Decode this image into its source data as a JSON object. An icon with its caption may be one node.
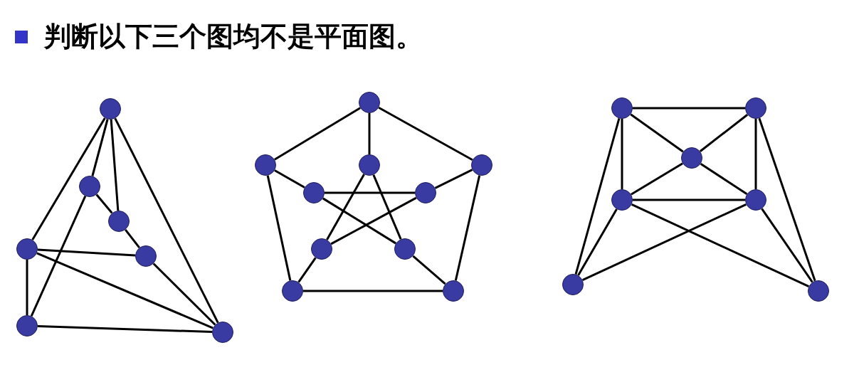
{
  "diagram": {
    "title": "判断以下三个图均不是平面图。",
    "nodes": [
      {
        "text": [],
        "shape": "circle"
      },
      {
        "text": [],
        "shape": "circle"
      },
      {
        "text": [],
        "shape": "circle"
      },
      {
        "text": [],
        "shape": "circle"
      },
      {
        "text": [],
        "shape": "circle"
      },
      {
        "text": [],
        "shape": "circle"
      },
      {
        "text": [],
        "shape": "circle"
      },
      {
        "text": [],
        "shape": "circle"
      },
      {
        "text": [],
        "shape": "circle"
      },
      {
        "text": [],
        "shape": "circle"
      },
      {
        "text": [],
        "shape": "circle"
      },
      {
        "text": [],
        "shape": "circle"
      },
      {
        "text": [],
        "shape": "circle"
      },
      {
        "text": [],
        "shape": "circle"
      },
      {
        "text": [],
        "shape": "circle"
      },
      {
        "text": [],
        "shape": "circle"
      },
      {
        "text": [],
        "shape": "circle"
      },
      {
        "text": [],
        "shape": "circle"
      },
      {
        "text": [],
        "shape": "circle"
      },
      {
        "text": [],
        "shape": "circle"
      },
      {
        "text": [],
        "shape": "circle"
      },
      {
        "text": [],
        "shape": "circle"
      },
      {
        "text": [],
        "shape": "circle"
      },
      {
        "text": [],
        "shape": "circle"
      }
    ],
    "edges": [
      {
        "from": 0,
        "to": 3,
        "arrow": "none"
      },
      {
        "from": 0,
        "to": 1,
        "arrow": "none"
      },
      {
        "from": 0,
        "to": 2,
        "arrow": "none"
      },
      {
        "from": 0,
        "to": 6,
        "arrow": "none"
      },
      {
        "from": 1,
        "to": 2,
        "arrow": "none"
      },
      {
        "from": 2,
        "to": 4,
        "arrow": "none"
      },
      {
        "from": 4,
        "to": 6,
        "arrow": "none"
      },
      {
        "from": 3,
        "to": 4,
        "arrow": "none"
      },
      {
        "from": 3,
        "to": 5,
        "arrow": "none"
      },
      {
        "from": 3,
        "to": 6,
        "arrow": "none"
      },
      {
        "from": 1,
        "to": 5,
        "arrow": "none"
      },
      {
        "from": 5,
        "to": 6,
        "arrow": "none"
      },
      {
        "from": 7,
        "to": 8,
        "arrow": "none"
      },
      {
        "from": 7,
        "to": 10,
        "arrow": "none"
      },
      {
        "from": 8,
        "to": 15,
        "arrow": "none"
      },
      {
        "from": 10,
        "to": 16,
        "arrow": "none"
      },
      {
        "from": 15,
        "to": 16,
        "arrow": "none"
      },
      {
        "from": 7,
        "to": 9,
        "arrow": "none"
      },
      {
        "from": 8,
        "to": 11,
        "arrow": "none"
      },
      {
        "from": 10,
        "to": 12,
        "arrow": "none"
      },
      {
        "from": 15,
        "to": 13,
        "arrow": "none"
      },
      {
        "from": 16,
        "to": 14,
        "arrow": "none"
      },
      {
        "from": 11,
        "to": 12,
        "arrow": "none"
      },
      {
        "from": 9,
        "to": 13,
        "arrow": "none"
      },
      {
        "from": 9,
        "to": 14,
        "arrow": "none"
      },
      {
        "from": 11,
        "to": 14,
        "arrow": "none"
      },
      {
        "from": 12,
        "to": 13,
        "arrow": "none"
      },
      {
        "from": 17,
        "to": 18,
        "arrow": "none"
      },
      {
        "from": 17,
        "to": 19,
        "arrow": "none"
      },
      {
        "from": 19,
        "to": 21,
        "arrow": "none"
      },
      {
        "from": 18,
        "to": 19,
        "arrow": "none"
      },
      {
        "from": 19,
        "to": 20,
        "arrow": "none"
      },
      {
        "from": 17,
        "to": 20,
        "arrow": "none"
      },
      {
        "from": 17,
        "to": 22,
        "arrow": "none"
      },
      {
        "from": 18,
        "to": 21,
        "arrow": "none"
      },
      {
        "from": 18,
        "to": 23,
        "arrow": "none"
      },
      {
        "from": 20,
        "to": 21,
        "arrow": "none"
      },
      {
        "from": 20,
        "to": 22,
        "arrow": "none"
      },
      {
        "from": 20,
        "to": 23,
        "arrow": "none"
      },
      {
        "from": 21,
        "to": 22,
        "arrow": "none"
      },
      {
        "from": 21,
        "to": 23,
        "arrow": "none"
      }
    ]
  }
}
